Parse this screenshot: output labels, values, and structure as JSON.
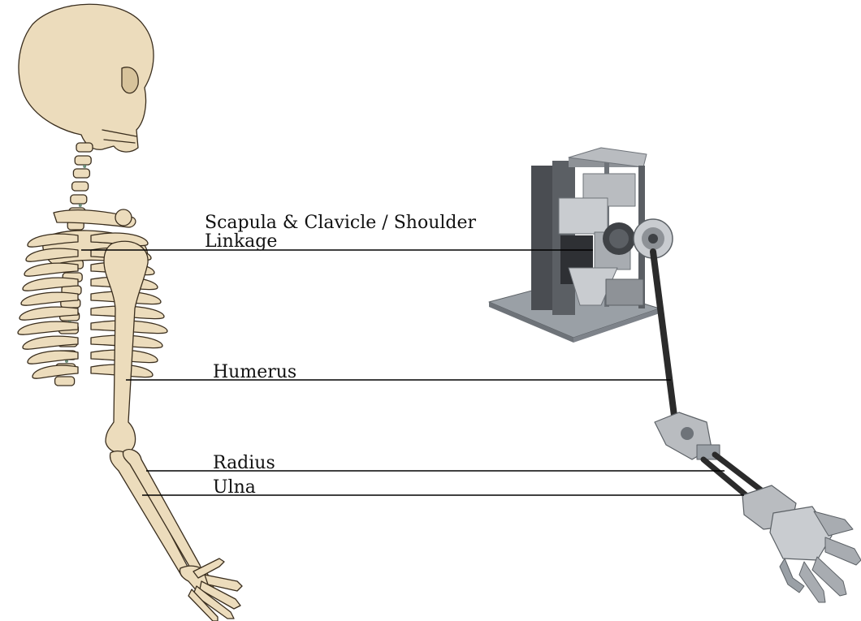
{
  "labels": {
    "shoulder_line1": "Scapula & Clavicle / Shoulder",
    "shoulder_line2": "Linkage",
    "humerus": "Humerus",
    "radius": "Radius",
    "ulna": "Ulna"
  },
  "colors": {
    "bone_fill": "#ecdcbc",
    "bone_stroke": "#3a2e1e",
    "spine_accent": "#6b8f7a",
    "metal_light": "#b9bcc0",
    "metal_mid": "#8e9297",
    "metal_dark": "#3f4246",
    "rod": "#2b2b2b",
    "base_plate": "#9aa0a6",
    "leader_line": "#000000"
  }
}
